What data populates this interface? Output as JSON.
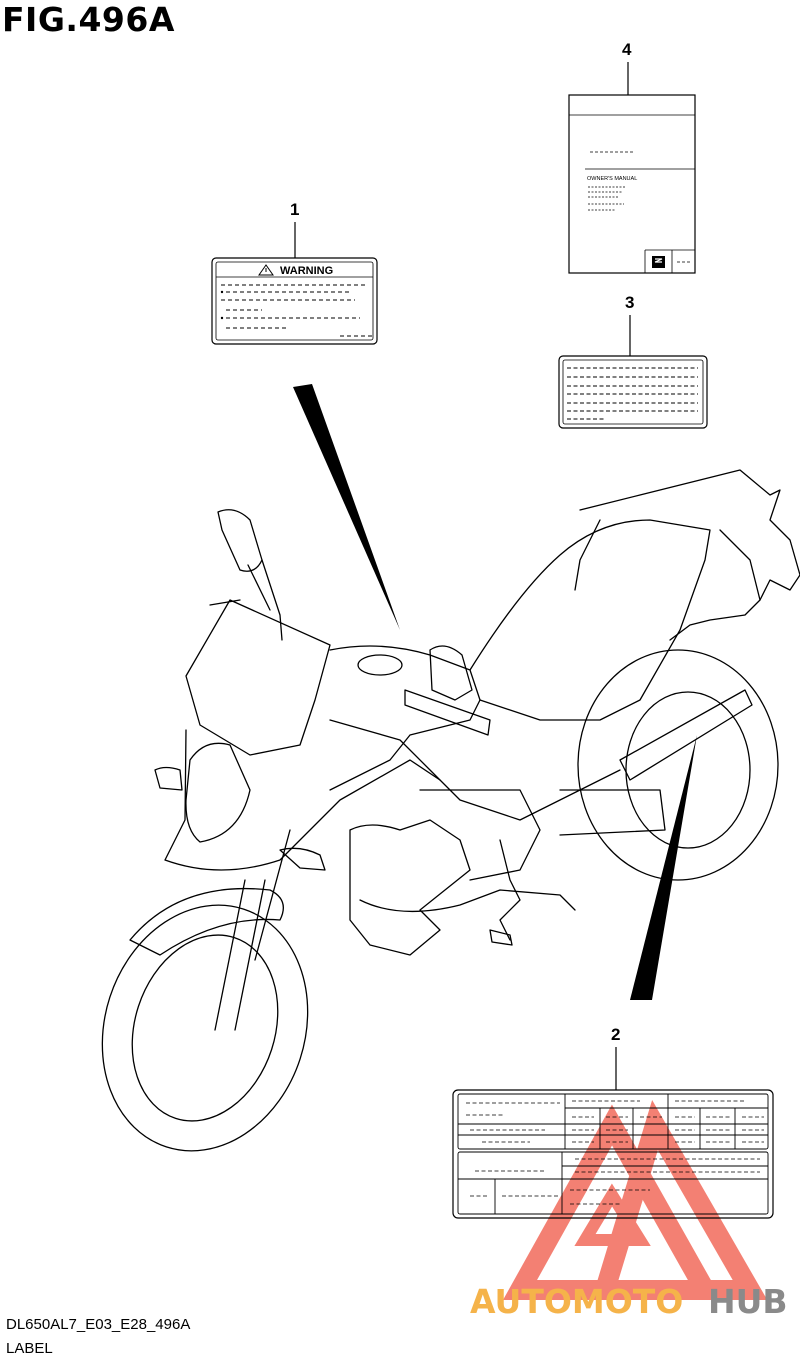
{
  "figure": {
    "title": "FIG.496A",
    "code": "DL650AL7_E03_E28_496A",
    "section_label": "LABEL"
  },
  "callouts": [
    "1",
    "2",
    "3",
    "4"
  ],
  "label_1": {
    "heading": "WARNING",
    "icon": "warning-triangle-icon"
  },
  "label_4": {
    "manual_title": "OWNER'S MANUAL",
    "icon": "suzuki-logo-icon"
  },
  "watermark": {
    "part1": "AUTOMOTO",
    "part2": "HUB",
    "colors": {
      "accent": "#f26b5b",
      "part1": "#f5b34a",
      "part2": "#8a8a8a"
    }
  },
  "colors": {
    "line": "#000000",
    "background": "#ffffff"
  }
}
